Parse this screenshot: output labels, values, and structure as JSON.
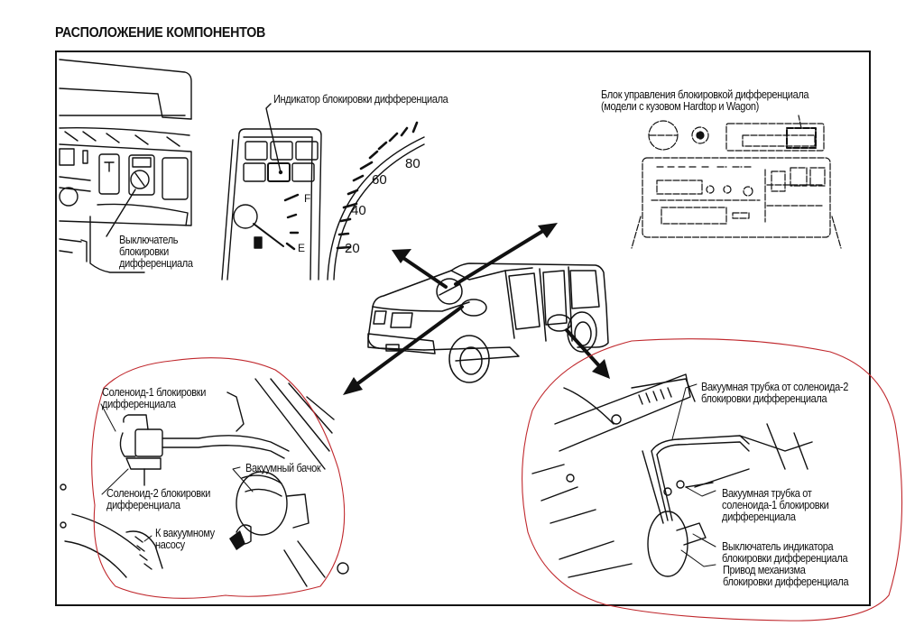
{
  "title": "РАСПОЛОЖЕНИЕ КОМПОНЕНТОВ",
  "labels": {
    "indicator": "Индикатор блокировки дифференциала",
    "control_unit": "Блок управления блокировкой дифференциала\n(модели с кузовом Hardtop и Wagon)",
    "switch": "Выключатель\nблокировки\nдифференциала",
    "solenoid1": "Соленоид-1 блокировки\nдифференциала",
    "solenoid2": "Соленоид-2 блокировки\nдифференциала",
    "vacuum_tank": "Вакуумный бачок",
    "to_pump": "К вакуумному\nнасосу",
    "tube_sol2": "Вакуумная трубка от соленоида-2\nблокировки дифференциала",
    "tube_sol1": "Вакуумная трубка от\nсоленоида-1 блокировки\nдифференциала",
    "indicator_switch": "Выключатель индикатора\nблокировки дифференциала",
    "actuator": "Привод механизма\nблокировки дифференциала"
  },
  "gauges": {
    "speed_ticks": [
      "20",
      "40",
      "60",
      "80"
    ],
    "fuel_full": "F",
    "fuel_empty": "E"
  },
  "annotation_color": "#c0282d"
}
